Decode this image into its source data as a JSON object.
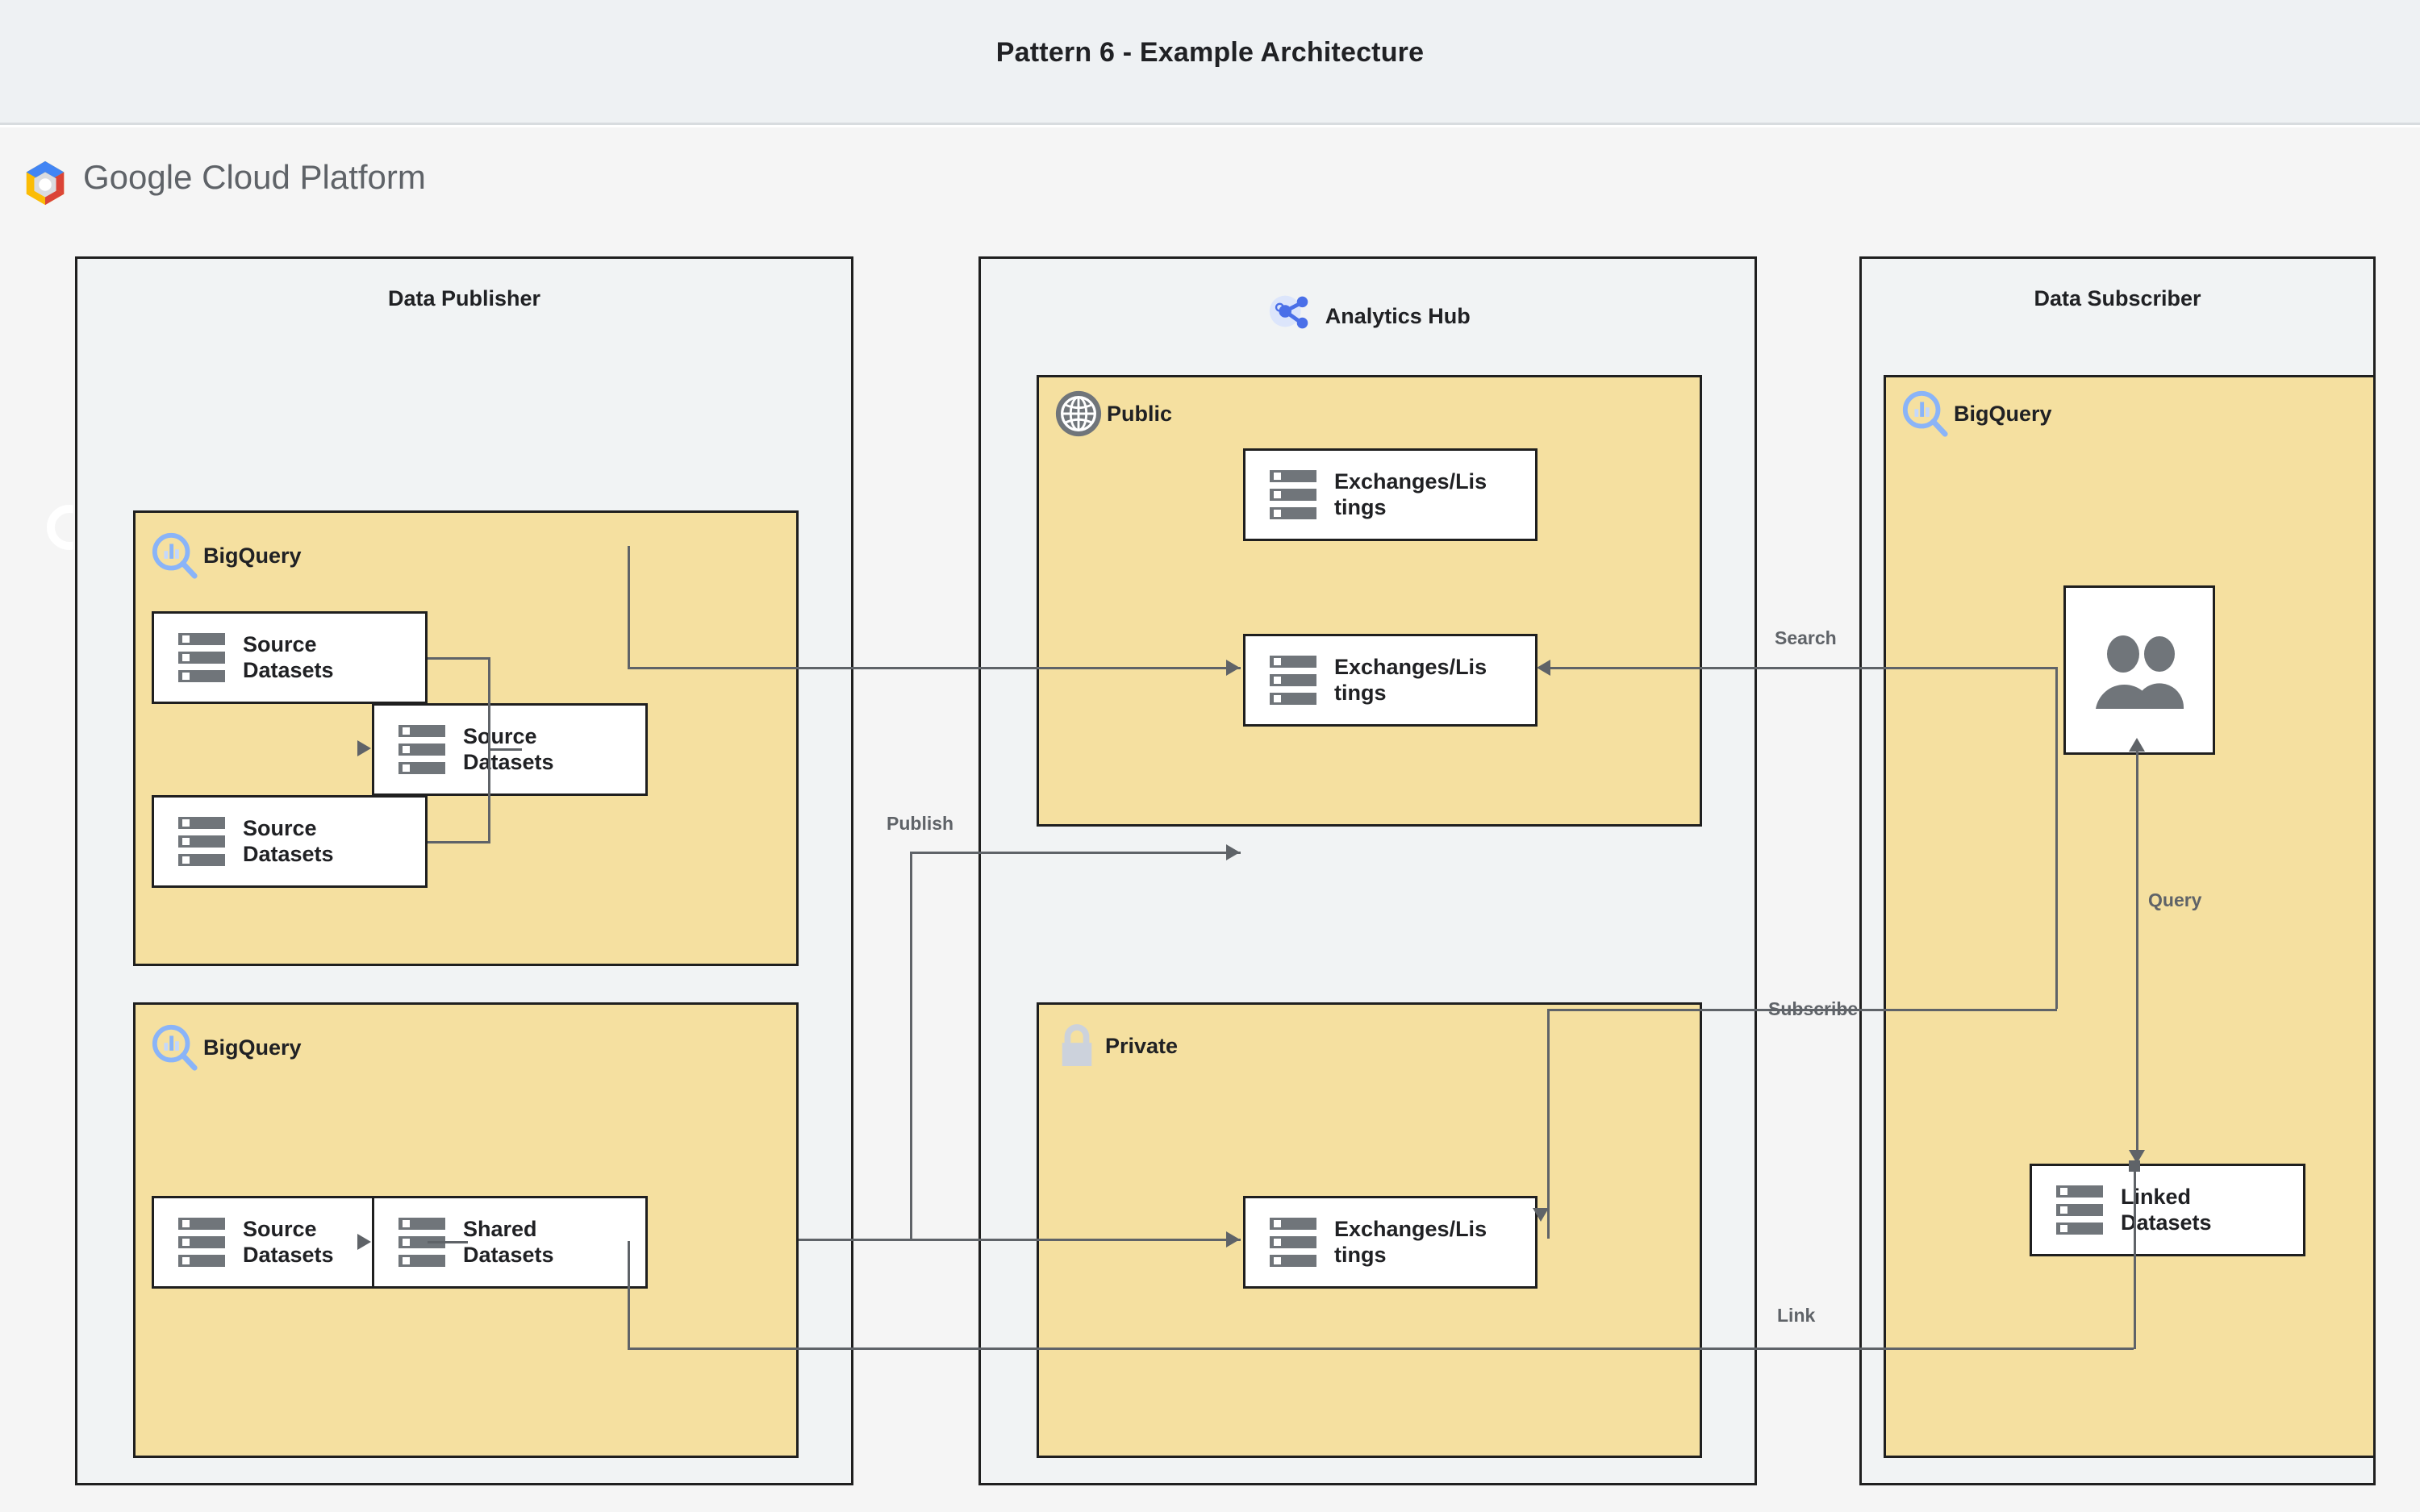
{
  "page": {
    "title": "Pattern 6 - Example Architecture",
    "platform_logo": {
      "word_bold": "Google",
      "word_light": "Cloud Platform",
      "icon": "gcp-hexagon-icon"
    }
  },
  "colors": {
    "group_fill": "#F5E0A0",
    "zone_fill": "#F1F3F4",
    "canvas_bg": "#F5F5F5",
    "title_band": "#EEF1F3",
    "border": "#1f1f1f",
    "wire": "#5f6368",
    "icon_gray": "#70757a",
    "bigquery_blue": "#8AB4F8",
    "share_blue": "#4A6FE8",
    "lock_gray": "#CCD2DC"
  },
  "zones": [
    {
      "id": "publisher",
      "title": "Data Publisher",
      "icon": null
    },
    {
      "id": "hub",
      "title": "Analytics Hub",
      "icon": "share-nodes-icon"
    },
    {
      "id": "subscriber",
      "title": "Data Subscriber",
      "icon": null
    }
  ],
  "groups": [
    {
      "id": "pub-bq-top",
      "label": "BigQuery",
      "icon": "bigquery-magnifier-icon"
    },
    {
      "id": "pub-bq-bottom",
      "label": "BigQuery",
      "icon": "bigquery-magnifier-icon"
    },
    {
      "id": "hub-public",
      "label": "Public",
      "icon": "globe-icon"
    },
    {
      "id": "hub-private",
      "label": "Private",
      "icon": "lock-icon"
    },
    {
      "id": "sub-bq",
      "label": "BigQuery",
      "icon": "bigquery-magnifier-icon"
    }
  ],
  "nodes": [
    {
      "id": "src-a",
      "line1": "Source",
      "line2": "Datasets",
      "icon": "datasets-icon"
    },
    {
      "id": "src-b",
      "line1": "Source",
      "line2": "Datasets",
      "icon": "datasets-icon"
    },
    {
      "id": "src-mid",
      "line1": "Source",
      "line2": "Datasets",
      "icon": "datasets-icon"
    },
    {
      "id": "src-lower",
      "line1": "Source",
      "line2": "Datasets",
      "icon": "datasets-icon"
    },
    {
      "id": "shared",
      "line1": "Shared",
      "line2": "Datasets",
      "icon": "datasets-icon"
    },
    {
      "id": "exch-1",
      "line1": "Exchanges/Lis",
      "line2": "tings",
      "icon": "datasets-icon"
    },
    {
      "id": "exch-2",
      "line1": "Exchanges/Lis",
      "line2": "tings",
      "icon": "datasets-icon"
    },
    {
      "id": "exch-3",
      "line1": "Exchanges/Lis",
      "line2": "tings",
      "icon": "datasets-icon"
    },
    {
      "id": "users",
      "line1": "",
      "line2": "",
      "icon": "users-icon"
    },
    {
      "id": "linked",
      "line1": "Linked",
      "line2": "Datasets",
      "icon": "datasets-icon"
    }
  ],
  "edge_labels": [
    {
      "id": "publish",
      "text": "Publish"
    },
    {
      "id": "search",
      "text": "Search"
    },
    {
      "id": "subscribe",
      "text": "Subscribe"
    },
    {
      "id": "query",
      "text": "Query"
    },
    {
      "id": "link",
      "text": "Link"
    }
  ]
}
